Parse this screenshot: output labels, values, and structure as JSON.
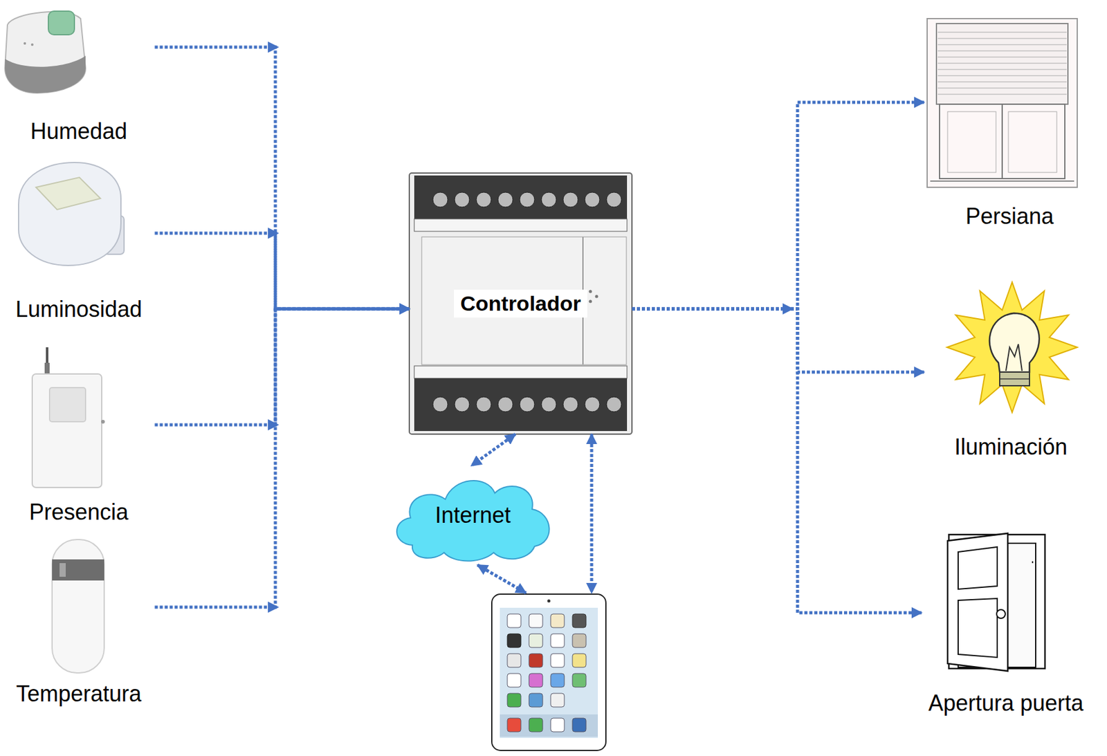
{
  "diagram": {
    "nodes": [
      {
        "text": [
          "Humedad"
        ]
      },
      {
        "text": [
          "Luminosidad"
        ]
      },
      {
        "text": [
          "Presencia"
        ]
      },
      {
        "text": [
          "Temperatura"
        ]
      },
      {
        "text": [
          "Controlador"
        ]
      },
      {
        "text": [
          "Internet"
        ]
      },
      {
        "text": []
      },
      {
        "text": [
          "Persiana"
        ]
      },
      {
        "text": [
          "Iluminación"
        ]
      },
      {
        "text": [
          "Apertura puerta"
        ]
      }
    ],
    "edges": [
      {
        "from": 0,
        "to": 4,
        "arrow": "to"
      },
      {
        "from": 1,
        "to": 4,
        "arrow": "to"
      },
      {
        "from": 2,
        "to": 4,
        "arrow": "to"
      },
      {
        "from": 3,
        "to": 4,
        "arrow": "to"
      },
      {
        "from": 4,
        "to": 7,
        "arrow": "to"
      },
      {
        "from": 4,
        "to": 8,
        "arrow": "to"
      },
      {
        "from": 4,
        "to": 9,
        "arrow": "to"
      },
      {
        "from": 4,
        "to": 5,
        "arrow": "both"
      },
      {
        "from": 5,
        "to": 6,
        "arrow": "both"
      },
      {
        "from": 4,
        "to": 6,
        "arrow": "both"
      }
    ]
  }
}
